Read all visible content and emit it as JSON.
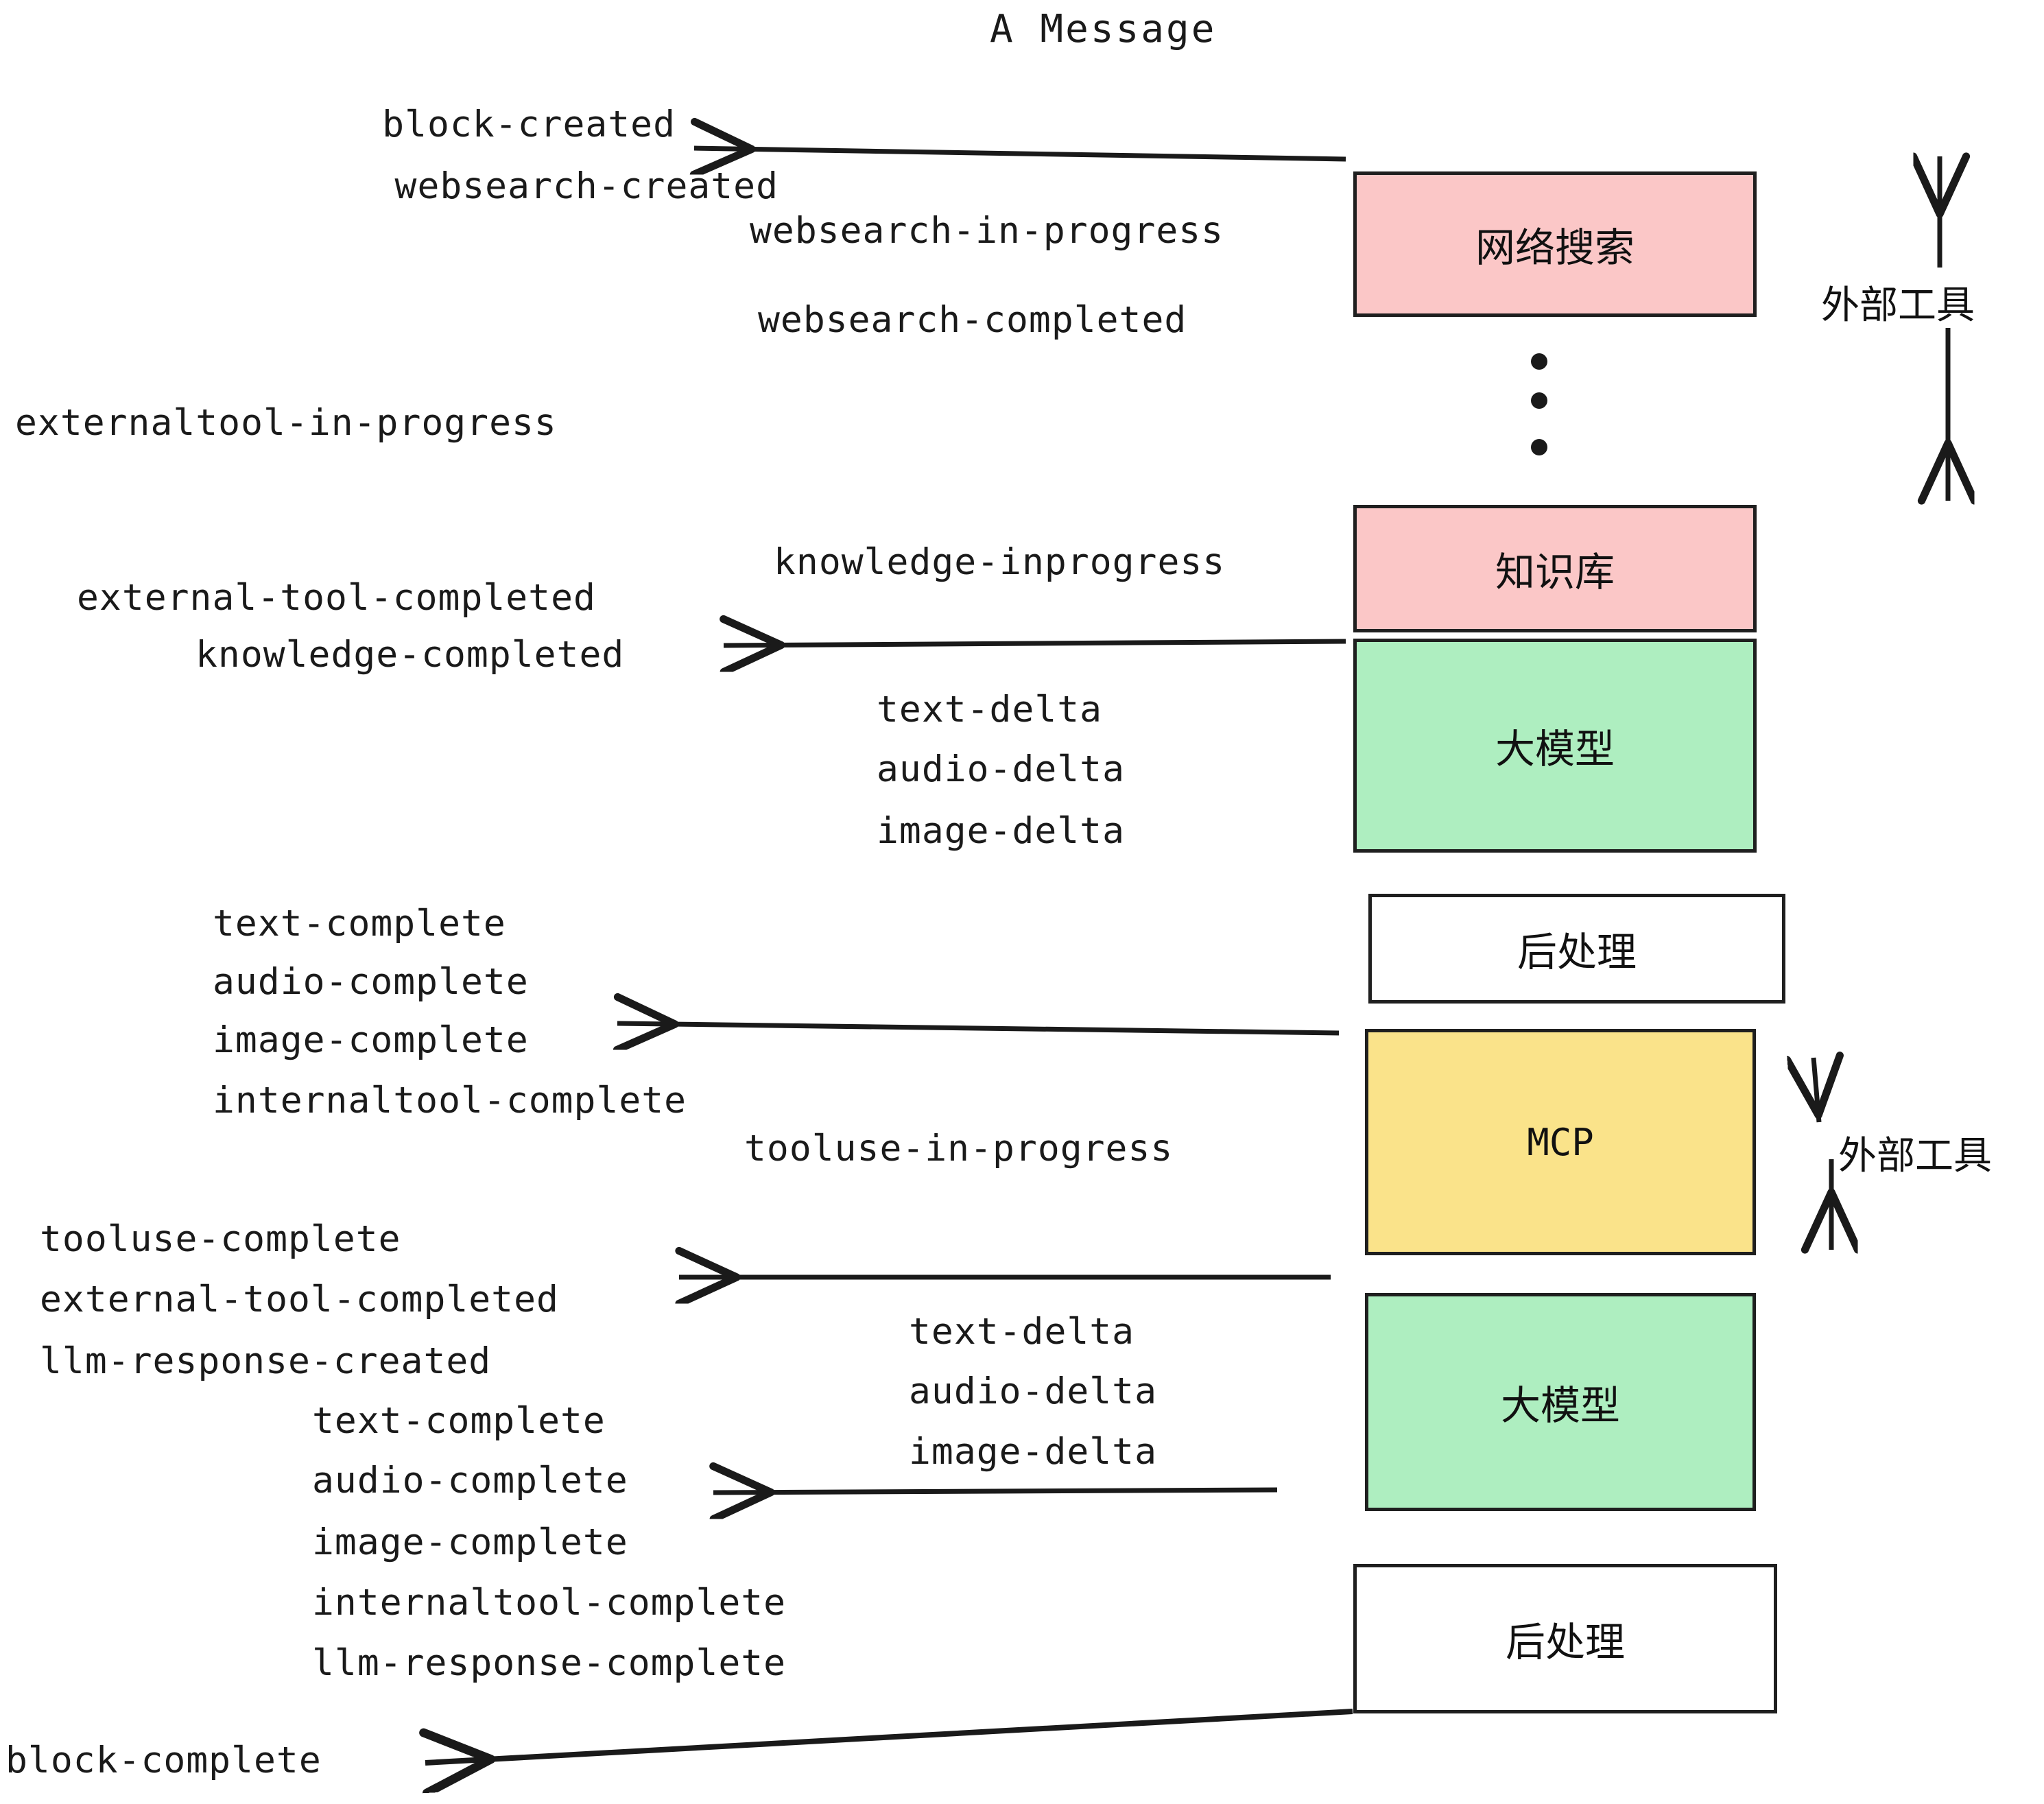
{
  "diagram": {
    "title": "A Message",
    "type": "flow-sequence",
    "colors": {
      "external_tool_fill": "#fbc7c7",
      "llm_fill": "#aeeec0",
      "mcp_fill": "#fae38a",
      "postprocess_fill": "#ffffff",
      "stroke": "#1f1f1f",
      "text": "#1a1a1a",
      "background": "#ffffff"
    },
    "nodes": [
      {
        "id": "websearch",
        "label": "网络搜索",
        "kind": "external-tool"
      },
      {
        "id": "knowledge",
        "label": "知识库",
        "kind": "external-tool"
      },
      {
        "id": "llm1",
        "label": "大模型",
        "kind": "llm"
      },
      {
        "id": "post1",
        "label": "后处理",
        "kind": "postprocess"
      },
      {
        "id": "mcp",
        "label": "MCP",
        "kind": "mcp"
      },
      {
        "id": "llm2",
        "label": "大模型",
        "kind": "llm"
      },
      {
        "id": "post2",
        "label": "后处理",
        "kind": "postprocess"
      }
    ],
    "group_labels": [
      {
        "id": "group-external-tool-1",
        "label": "外部工具"
      },
      {
        "id": "group-external-tool-2",
        "label": "外部工具"
      }
    ],
    "events": {
      "block_created": "block-created",
      "websearch_created": "websearch-created",
      "websearch_in_progress": "websearch-in-progress",
      "websearch_completed": "websearch-completed",
      "externaltool_in_progress": "externaltool-in-progress",
      "knowledge_inprogress": "knowledge-inprogress",
      "external_tool_completed_1": "external-tool-completed",
      "knowledge_completed": "knowledge-completed",
      "text_delta_1": "text-delta",
      "audio_delta_1": "audio-delta",
      "image_delta_1": "image-delta",
      "text_complete_1": "text-complete",
      "audio_complete_1": "audio-complete",
      "image_complete_1": "image-complete",
      "internaltool_complete_1": "internaltool-complete",
      "tooluse_in_progress": "tooluse-in-progress",
      "tooluse_complete": "tooluse-complete",
      "external_tool_completed_2": "external-tool-completed",
      "llm_response_created": "llm-response-created",
      "text_delta_2": "text-delta",
      "audio_delta_2": "audio-delta",
      "image_delta_2": "image-delta",
      "text_complete_2": "text-complete",
      "audio_complete_2": "audio-complete",
      "image_complete_2": "image-complete",
      "internaltool_complete_2": "internaltool-complete",
      "llm_response_complete": "llm-response-complete",
      "block_complete": "block-complete"
    }
  }
}
